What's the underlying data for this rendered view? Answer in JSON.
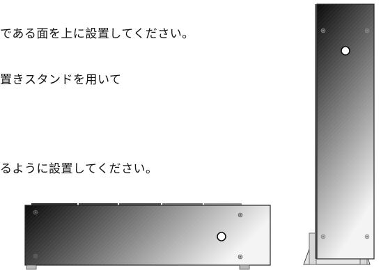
{
  "instructions": {
    "line1": "である面を上に設置してください。",
    "line2": "置きスタンドを用いて",
    "line3": "るように設置してください。"
  },
  "figures": {
    "horizontal_unit": {
      "name": "device-horizontal-placement",
      "button_icon": "power-button-icon"
    },
    "vertical_unit": {
      "name": "device-vertical-placement-with-stand",
      "button_icon": "power-button-icon"
    }
  },
  "colors": {
    "text": "#111111",
    "outline": "#222222",
    "gradient_dark": "#0a0a0a",
    "gradient_light": "#f4f4f4",
    "stand": "#e6e6e6"
  }
}
